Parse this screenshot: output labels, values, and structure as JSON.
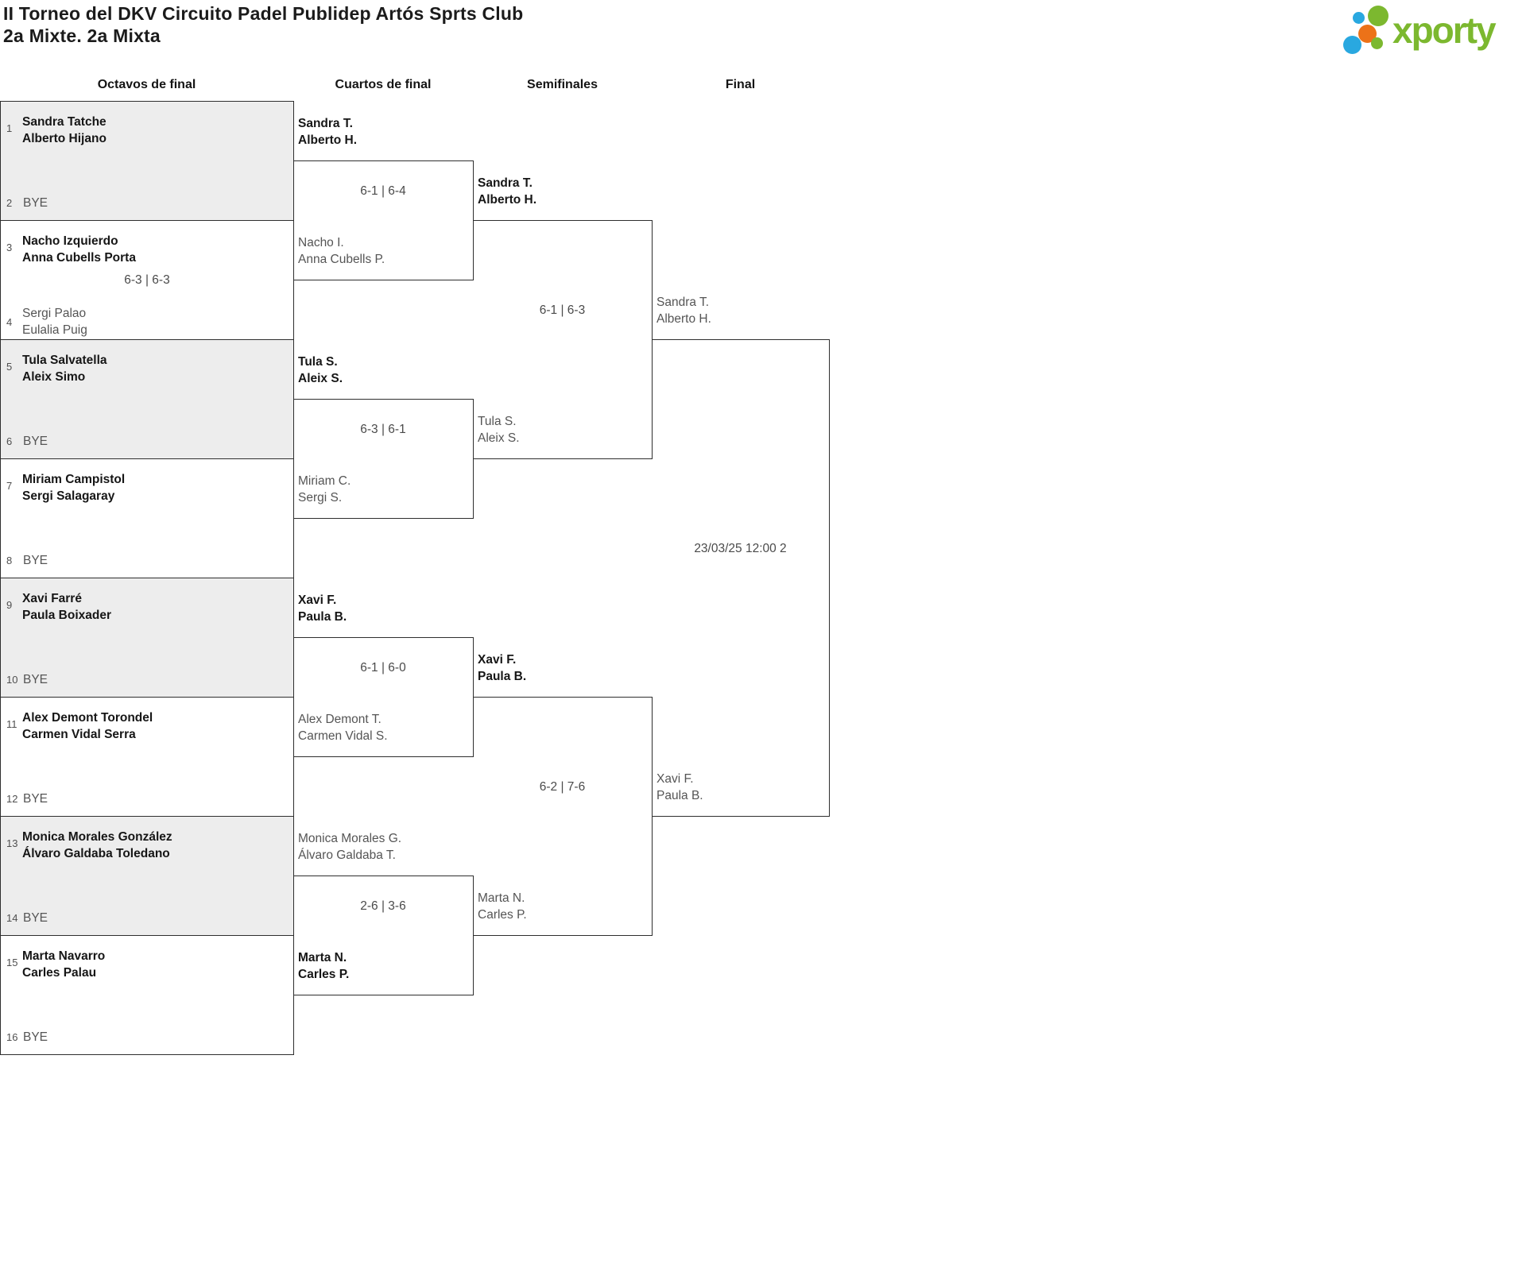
{
  "header": {
    "title": "II Torneo del DKV Circuito Padel Publidep Artós Sprts Club",
    "subtitle": "2a Mixte. 2a Mixta",
    "logo_text": "xporty"
  },
  "colors": {
    "logo_green": "#7cb82f",
    "logo_blue": "#29a8e0",
    "logo_orange": "#ec7218",
    "winner_text": "#161616",
    "loser_text": "#555555",
    "box_alt_bg": "#ededed",
    "border": "#2e2e2e"
  },
  "rounds": {
    "r16": "Octavos de final",
    "qf": "Cuartos de final",
    "sf": "Semifinales",
    "final": "Final"
  },
  "r16": [
    {
      "top": {
        "seed": "1",
        "line1": "Sandra Tatche",
        "line2": "Alberto Hijano"
      },
      "bottom": {
        "seed": "2",
        "line1": "BYE"
      },
      "score": ""
    },
    {
      "top": {
        "seed": "3",
        "line1": "Nacho Izquierdo",
        "line2": "Anna Cubells Porta"
      },
      "bottom": {
        "seed": "4",
        "line1": "Sergi Palao",
        "line2": "Eulalia Puig"
      },
      "score": "6-3 | 6-3"
    },
    {
      "top": {
        "seed": "5",
        "line1": "Tula Salvatella",
        "line2": "Aleix Simo"
      },
      "bottom": {
        "seed": "6",
        "line1": "BYE"
      },
      "score": ""
    },
    {
      "top": {
        "seed": "7",
        "line1": "Miriam Campistol",
        "line2": "Sergi Salagaray"
      },
      "bottom": {
        "seed": "8",
        "line1": "BYE"
      },
      "score": ""
    },
    {
      "top": {
        "seed": "9",
        "line1": "Xavi Farré",
        "line2": "Paula Boixader"
      },
      "bottom": {
        "seed": "10",
        "line1": "BYE"
      },
      "score": ""
    },
    {
      "top": {
        "seed": "11",
        "line1": "Alex Demont Torondel",
        "line2": "Carmen Vidal Serra"
      },
      "bottom": {
        "seed": "12",
        "line1": "BYE"
      },
      "score": ""
    },
    {
      "top": {
        "seed": "13",
        "line1": "Monica Morales González",
        "line2": "Álvaro Galdaba Toledano"
      },
      "bottom": {
        "seed": "14",
        "line1": "BYE"
      },
      "score": ""
    },
    {
      "top": {
        "seed": "15",
        "line1": "Marta Navarro",
        "line2": "Carles Palau"
      },
      "bottom": {
        "seed": "16",
        "line1": "BYE"
      },
      "score": ""
    }
  ],
  "qf": [
    {
      "e1": {
        "line1": "Sandra T.",
        "line2": "Alberto H."
      },
      "e2": {
        "line1": "Nacho I.",
        "line2": "Anna Cubells P."
      },
      "score": "6-1 | 6-4"
    },
    {
      "e1": {
        "line1": "Tula S.",
        "line2": "Aleix S."
      },
      "e2": {
        "line1": "Miriam C.",
        "line2": "Sergi S."
      },
      "score": "6-3 | 6-1"
    },
    {
      "e1": {
        "line1": "Xavi F.",
        "line2": "Paula B."
      },
      "e2": {
        "line1": "Alex Demont T.",
        "line2": "Carmen Vidal S."
      },
      "score": "6-1 | 6-0"
    },
    {
      "e1": {
        "line1": "Monica Morales G.",
        "line2": "Álvaro Galdaba T."
      },
      "e2": {
        "line1": "Marta N.",
        "line2": "Carles P."
      },
      "score": "2-6 | 3-6"
    }
  ],
  "sf": [
    {
      "e1": {
        "line1": "Sandra T.",
        "line2": "Alberto H."
      },
      "e2": {
        "line1": "Tula S.",
        "line2": "Aleix S."
      },
      "score": "6-1 | 6-3"
    },
    {
      "e1": {
        "line1": "Xavi F.",
        "line2": "Paula B."
      },
      "e2": {
        "line1": "Marta N.",
        "line2": "Carles P."
      },
      "score": "6-2 | 7-6"
    }
  ],
  "final": {
    "e1": {
      "line1": "Sandra T.",
      "line2": "Alberto H."
    },
    "e2": {
      "line1": "Xavi F.",
      "line2": "Paula B."
    },
    "schedule": "23/03/25 12:00 2"
  }
}
